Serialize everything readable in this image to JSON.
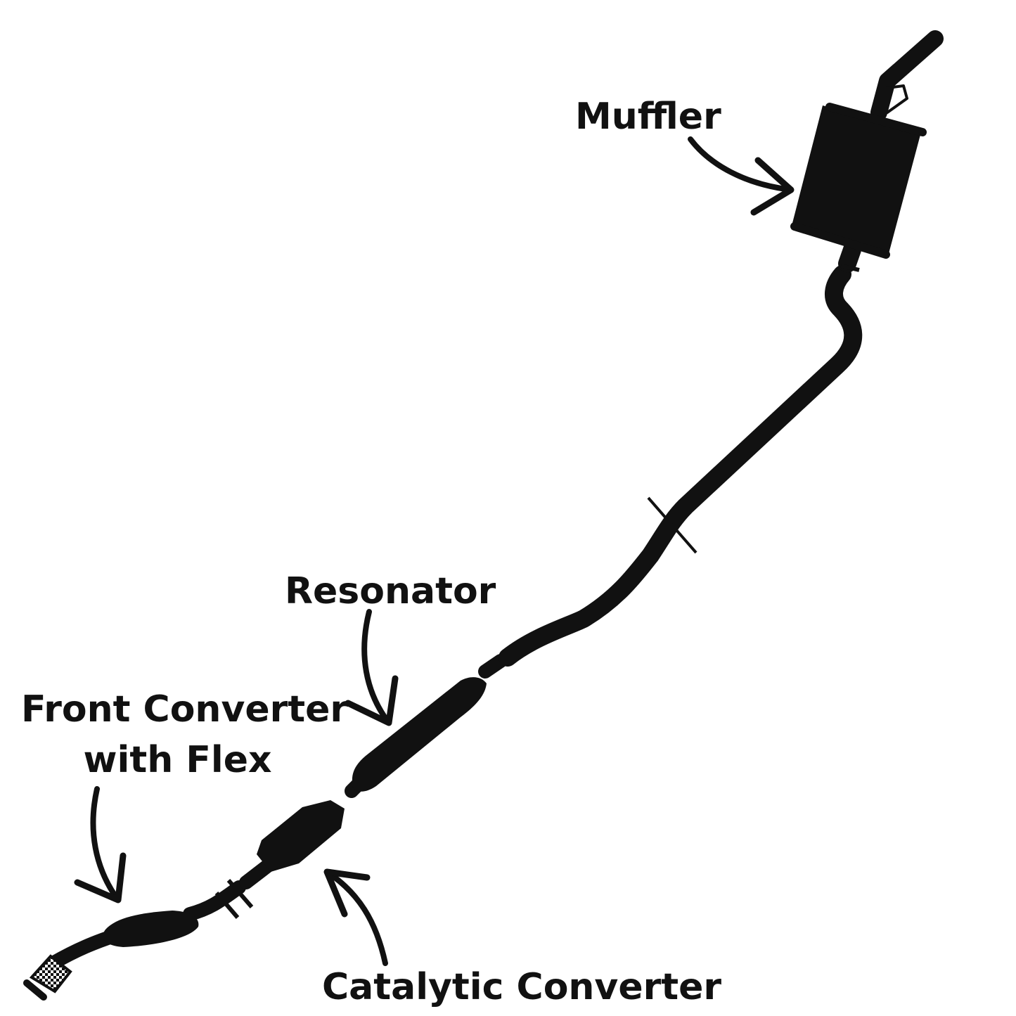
{
  "labels": {
    "muffler": "Muffler",
    "resonator": "Resonator",
    "front_converter_line1": "Front Converter",
    "front_converter_line2": "with Flex",
    "catalytic_converter": "Catalytic Converter"
  },
  "colors": {
    "background": "#ffffff",
    "pipe": "#111111",
    "label": "#111111"
  }
}
